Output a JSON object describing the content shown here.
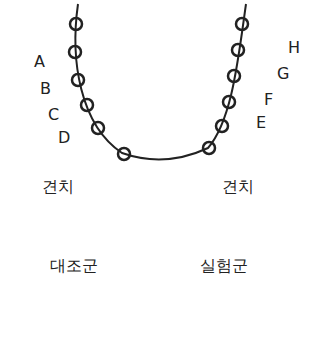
{
  "diagram": {
    "labels": [
      "A",
      "B",
      "C",
      "D",
      "H",
      "G",
      "F",
      "E",
      "견치",
      "견치",
      "대조군",
      "실험군"
    ]
  }
}
